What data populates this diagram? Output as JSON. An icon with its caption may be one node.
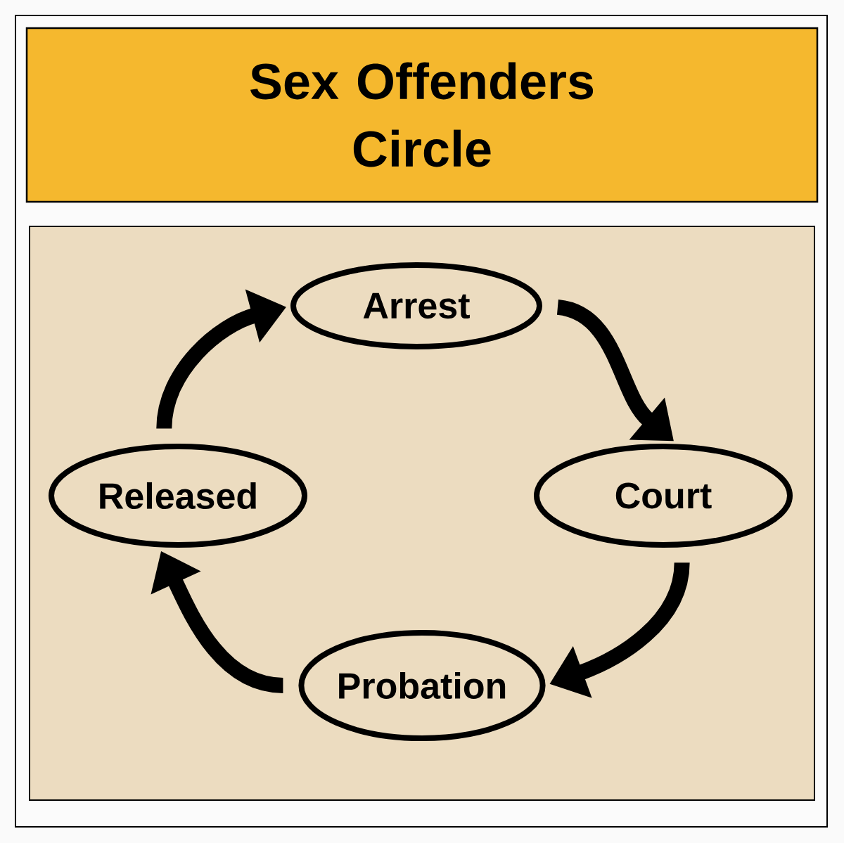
{
  "diagram": {
    "title": "Sex Offenders Circle",
    "nodes": [
      {
        "text": [
          "Arrest"
        ]
      },
      {
        "text": [
          "Court"
        ]
      },
      {
        "text": [
          "Probation"
        ]
      },
      {
        "text": [
          "Released"
        ]
      }
    ],
    "edges": [
      {
        "from": 0,
        "to": 1,
        "arrow": "to"
      },
      {
        "from": 1,
        "to": 2,
        "arrow": "to"
      },
      {
        "from": 2,
        "to": 3,
        "arrow": "to"
      },
      {
        "from": 3,
        "to": 0,
        "arrow": "to"
      }
    ]
  }
}
